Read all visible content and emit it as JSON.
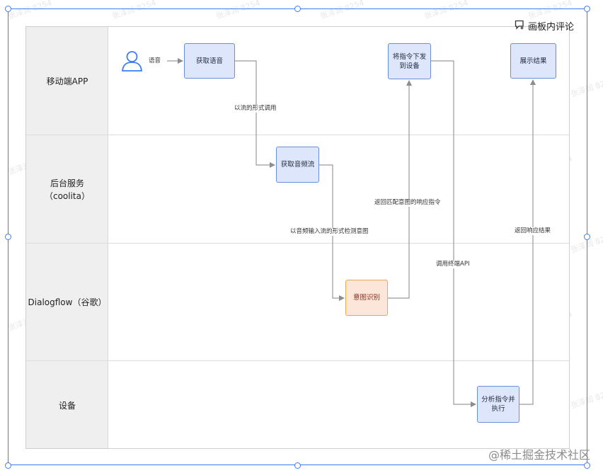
{
  "toolbar": {
    "comment_label": "画板内评论"
  },
  "lanes": [
    {
      "label": "移动端APP"
    },
    {
      "label": "后台服务\n（coolita）"
    },
    {
      "label": "Dialogflow（谷歌）"
    },
    {
      "label": "设备"
    }
  ],
  "actor_label": "语音",
  "nodes": {
    "get_voice": "获取语音",
    "get_audio_stream": "获取音频流",
    "intent_recognition": "意图识别",
    "send_command": "将指令下发\n到设备",
    "show_result": "展示结果",
    "parse_execute": "分析指令并\n执行"
  },
  "edges": {
    "stream_call": "以流的形式调用",
    "detect_intent": "以音频输入流的形式检测意图",
    "return_command": "返回匹配意图的响应指令",
    "call_device_api": "调用终端API",
    "return_result": "返回响应结果"
  },
  "watermark": {
    "site": "@稀土掘金技术社区",
    "tile_text": "张泽润 8254"
  },
  "colors": {
    "selection": "#3d7cf4",
    "node_fill": "#dde6fa",
    "node_border": "#6b8fd6",
    "highlight_fill": "#fbe6d9",
    "highlight_border": "#eda94d",
    "connector": "#9a9a9a"
  }
}
